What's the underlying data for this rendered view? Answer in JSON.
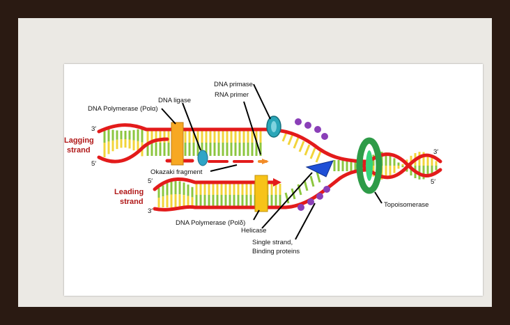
{
  "labels": {
    "dna_primase": "DNA primase",
    "rna_primer": "RNA primer",
    "dna_ligase": "DNA ligase",
    "pol_alpha": "DNA Polymerase (Polα)",
    "okazaki": "Okazaki fragment",
    "pol_delta": "DNA Polymerase (Polδ)",
    "helicase": "Helicase",
    "ssb_line1": "Single strand,",
    "ssb_line2": "Binding proteins",
    "topoisomerase": "Topoisomerase"
  },
  "strands": {
    "lagging_line1": "Lagging",
    "lagging_line2": "strand",
    "leading_line1": "Leading",
    "leading_line2": "strand"
  },
  "ends": {
    "lag_3": "3′",
    "lag_5": "5′",
    "lead_5": "5′",
    "lead_3": "3′",
    "right_3": "3′",
    "right_5": "5′"
  },
  "colors": {
    "backbone": "#e31b1b",
    "rung_green": "#8cc63f",
    "rung_yellow": "#f2d43a",
    "polymerase": "#f7a823",
    "ligase": "#2fa4c6",
    "primase": "#2aa6b8",
    "helicase": "#1f4fd6",
    "ssb": "#8a3fb8",
    "topoisomerase": "#2e9b48",
    "label_red": "#b01818"
  }
}
